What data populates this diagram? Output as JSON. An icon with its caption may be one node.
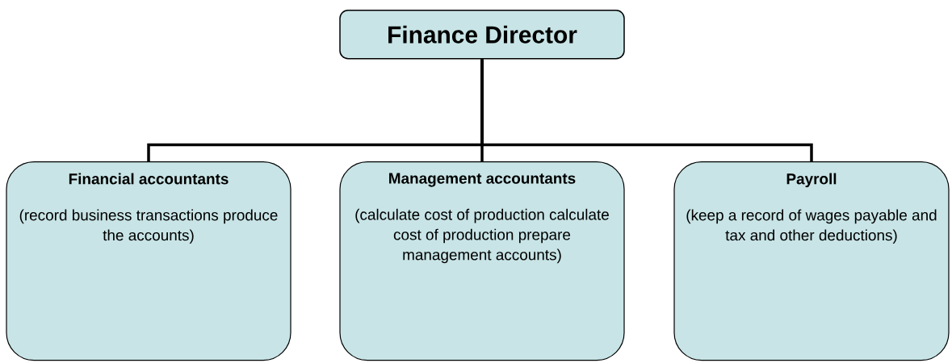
{
  "diagram": {
    "nodes": [
      {
        "text": [
          "Finance Director"
        ]
      },
      {
        "text": [
          "Financial accountants",
          "(record business transactions produce the accounts)"
        ]
      },
      {
        "text": [
          "Management accountants",
          "(calculate cost of production calculate cost of production prepare management accounts)"
        ]
      },
      {
        "text": [
          "Payroll",
          "(keep a record of wages payable and tax and other deductions)"
        ]
      }
    ],
    "edges": [
      {
        "from": 0,
        "to": 1,
        "arrow": "none"
      },
      {
        "from": 0,
        "to": 2,
        "arrow": "none"
      },
      {
        "from": 0,
        "to": 3,
        "arrow": "none"
      }
    ]
  }
}
